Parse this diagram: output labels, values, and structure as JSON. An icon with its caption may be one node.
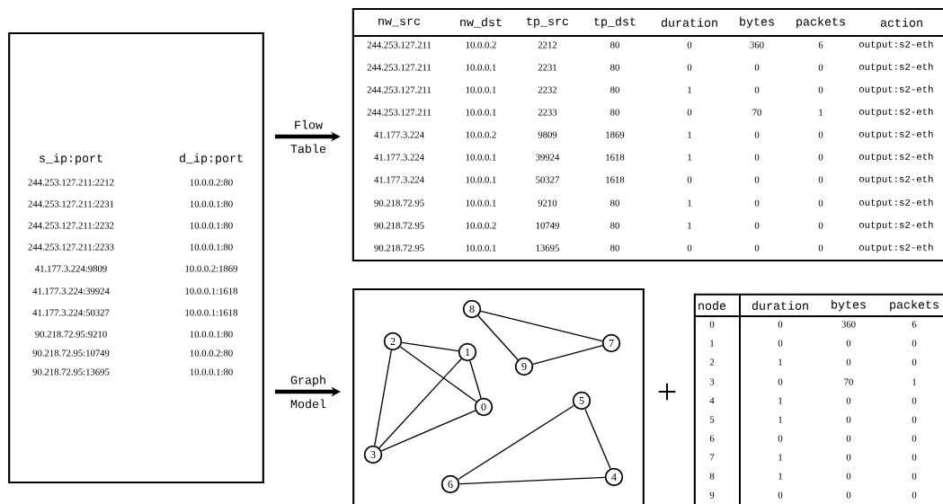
{
  "diagram": {
    "nodes": [
      {
        "text": [],
        "shape": "box"
      },
      {
        "text": [],
        "shape": "box"
      },
      {
        "text": [],
        "shape": "box"
      },
      {
        "text": [
          "0"
        ],
        "in": 2
      },
      {
        "text": [
          "1"
        ],
        "in": 2
      },
      {
        "text": [
          "2"
        ],
        "in": 2
      },
      {
        "text": [
          "3"
        ],
        "in": 2
      },
      {
        "text": [
          "4"
        ],
        "in": 2
      },
      {
        "text": [
          "5"
        ],
        "in": 2
      },
      {
        "text": [
          "6"
        ],
        "in": 2
      },
      {
        "text": [
          "7"
        ],
        "in": 2
      },
      {
        "text": [
          "8"
        ],
        "in": 2
      },
      {
        "text": [
          "9"
        ],
        "in": 2
      },
      {
        "text": [],
        "shape": "box"
      }
    ],
    "edges": [
      {
        "from": 0,
        "to": 1,
        "arrow": "to",
        "label": "Flow Table",
        "style": "thick"
      },
      {
        "from": 0,
        "to": 2,
        "arrow": "to",
        "label": "Graph Model",
        "style": "thick"
      },
      {
        "from": 5,
        "to": 4,
        "arrow": "none"
      },
      {
        "from": 5,
        "to": 3,
        "arrow": "none"
      },
      {
        "from": 5,
        "to": 6,
        "arrow": "none"
      },
      {
        "from": 4,
        "to": 3,
        "arrow": "none"
      },
      {
        "from": 4,
        "to": 6,
        "arrow": "none"
      },
      {
        "from": 6,
        "to": 3,
        "arrow": "none"
      },
      {
        "from": 11,
        "to": 10,
        "arrow": "none"
      },
      {
        "from": 11,
        "to": 12,
        "arrow": "none"
      },
      {
        "from": 12,
        "to": 10,
        "arrow": "none"
      },
      {
        "from": 8,
        "to": 9,
        "arrow": "none"
      },
      {
        "from": 8,
        "to": 7,
        "arrow": "none"
      },
      {
        "from": 9,
        "to": 7,
        "arrow": "none"
      }
    ],
    "labels": [
      "s_ip:port",
      "d_ip:port",
      "244.253.127.211:2212",
      "10.0.0.2:80",
      "244.253.127.211:2231",
      "10.0.0.1:80",
      "244.253.127.211:2232",
      "10.0.0.1:80",
      "244.253.127.211:2233",
      "10.0.0.1:80",
      "41.177.3.224:9809",
      "10.0.0.2:1869",
      "41.177.3.224:39924",
      "10.0.0.1:1618",
      "41.177.3.224:50327",
      "10.0.0.1:1618",
      "90.218.72.95:9210",
      "10.0.0.1:80",
      "90.218.72.95:10749",
      "10.0.0.2:80",
      "90.218.72.95:13695",
      "10.0.0.1:80",
      "nw_src",
      "nw_dst",
      "tp_src",
      "tp_dst",
      "duration",
      "bytes",
      "packets",
      "action",
      "244.253.127.211",
      "10.0.0.2",
      "2212",
      "80",
      "0",
      "360",
      "6",
      "output:s2-eth",
      "244.253.127.211",
      "10.0.0.1",
      "2231",
      "80",
      "0",
      "0",
      "0",
      "output:s2-eth",
      "244.253.127.211",
      "10.0.0.1",
      "2232",
      "80",
      "1",
      "0",
      "0",
      "output:s2-eth",
      "244.253.127.211",
      "10.0.0.1",
      "2233",
      "80",
      "0",
      "70",
      "1",
      "output:s2-eth",
      "41.177.3.224",
      "10.0.0.2",
      "9809",
      "1869",
      "1",
      "0",
      "0",
      "output:s2-eth",
      "41.177.3.224",
      "10.0.0.1",
      "39924",
      "1618",
      "1",
      "0",
      "0",
      "output:s2-eth",
      "41.177.3.224",
      "10.0.0.1",
      "50327",
      "1618",
      "0",
      "0",
      "0",
      "output:s2-eth",
      "90.218.72.95",
      "10.0.0.1",
      "9210",
      "80",
      "1",
      "0",
      "0",
      "output:s2-eth",
      "90.218.72.95",
      "10.0.0.2",
      "10749",
      "80",
      "1",
      "0",
      "0",
      "output:s2-eth",
      "90.218.72.95",
      "10.0.0.1",
      "13695",
      "80",
      "0",
      "0",
      "0",
      "output:s2-eth",
      "+",
      "node",
      "duration",
      "bytes",
      "packets",
      "0",
      "0",
      "360",
      "6",
      "1",
      "0",
      "0",
      "0",
      "2",
      "1",
      "0",
      "0",
      "3",
      "0",
      "70",
      "1",
      "4",
      "1",
      "0",
      "0",
      "5",
      "1",
      "0",
      "0",
      "6",
      "0",
      "0",
      "0",
      "7",
      "1",
      "0",
      "0",
      "8",
      "1",
      "0",
      "0",
      "9",
      "0",
      "0",
      "0"
    ]
  }
}
